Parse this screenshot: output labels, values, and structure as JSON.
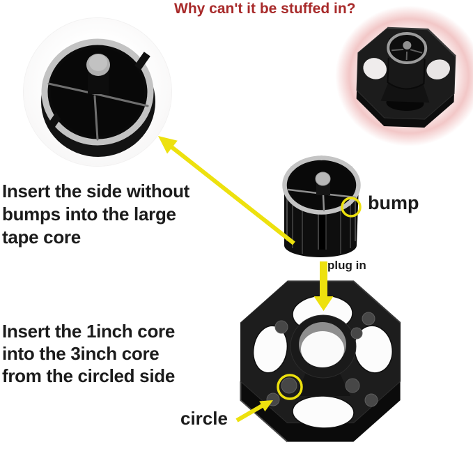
{
  "title": {
    "text": "Why can't it be stuffed in?"
  },
  "callouts": {
    "bump": "bump",
    "plug_in": "plug in",
    "circle": "circle"
  },
  "instructions": {
    "step1_lines": [
      "Insert the side without",
      "bumps into the large",
      "tape core"
    ],
    "step2_lines": [
      "Insert the 1inch core",
      "into the 3inch core",
      "from the circled side"
    ]
  },
  "images": {
    "magnified_view": "magnified-core-top-view",
    "small_core": "1-inch-core-adapter",
    "large_core": "3-inch-octagonal-core-adapter",
    "wrong_assembly": "assembled-adapter-in-pink-glow"
  },
  "colors": {
    "title_red": "#A82A2A",
    "annotation_yellow": "#EDE10E",
    "glow_pink": "#EFB9B9",
    "text_black": "#1B1B1B"
  }
}
